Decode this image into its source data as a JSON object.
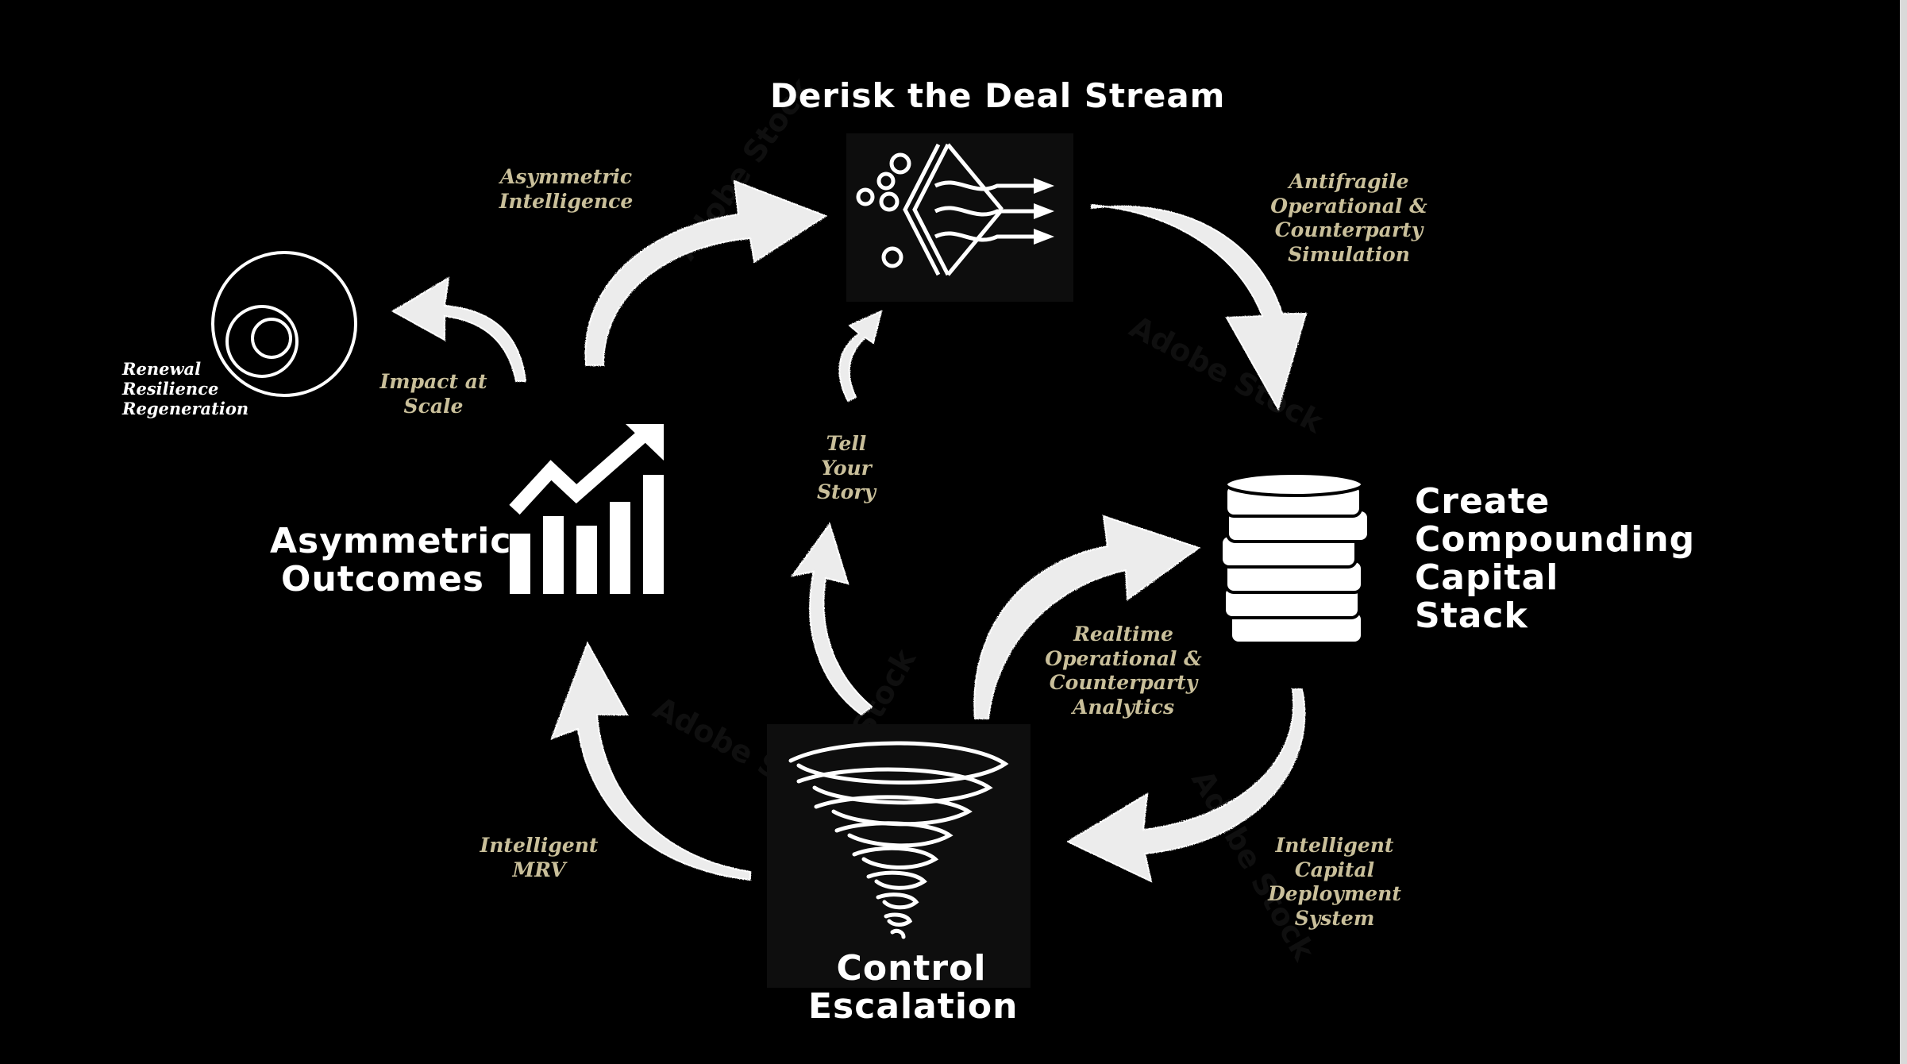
{
  "nodes": {
    "derisk": "Derisk the Deal Stream",
    "capital": [
      "Create",
      "Compounding",
      "Capital",
      "Stack"
    ],
    "control": [
      "Control",
      "Escalation"
    ],
    "outcomes": [
      "Asymmetric",
      "Outcomes"
    ]
  },
  "flows": {
    "asymmetric_intelligence": [
      "Asymmetric",
      "Intelligence"
    ],
    "antifragile": [
      "Antifragile",
      "Operational &",
      "Counterparty",
      "Simulation"
    ],
    "capital_deployment": [
      "Intelligent",
      "Capital",
      "Deployment",
      "System"
    ],
    "realtime": [
      "Realtime",
      "Operational &",
      "Counterparty",
      "Analytics"
    ],
    "tell_story": [
      "Tell",
      "Your",
      "Story"
    ],
    "mrv": [
      "Intelligent",
      "MRV"
    ],
    "impact": [
      "Impact at",
      "Scale"
    ]
  },
  "regen": [
    "Renewal",
    "Resilience",
    "Regeneration"
  ],
  "watermark": "Adobe Stock",
  "icons": {
    "derisk": "filter-funnel-icon",
    "capital": "coin-stack-icon",
    "control": "tornado-icon",
    "outcomes": "growth-chart-icon",
    "regen": "nested-circles-icon"
  },
  "colors": {
    "background": "#000000",
    "node_text": "#ffffff",
    "flow_text": "#c9bf9a",
    "arrow": "#ececec"
  }
}
